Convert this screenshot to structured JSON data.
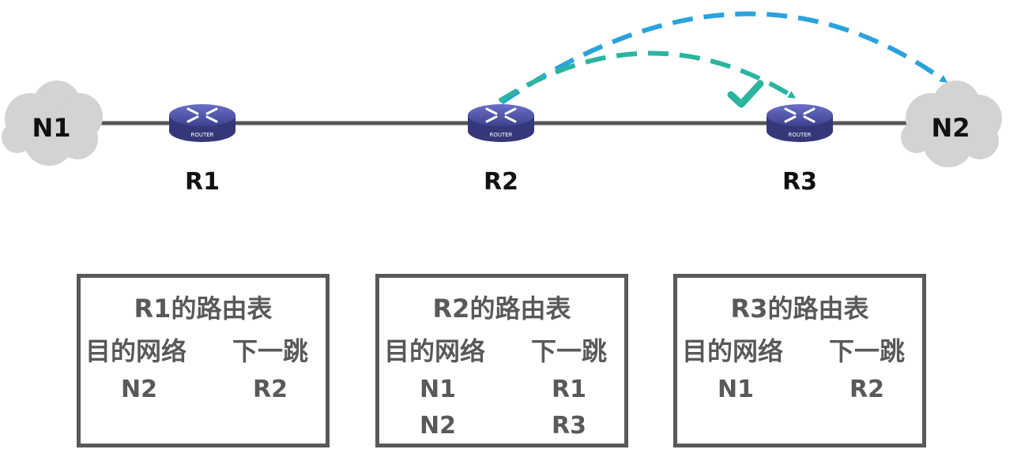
{
  "networks": {
    "left": "N1",
    "right": "N2"
  },
  "routers": [
    {
      "name": "R1",
      "badge": "ROUTER"
    },
    {
      "name": "R2",
      "badge": "ROUTER"
    },
    {
      "name": "R3",
      "badge": "ROUTER"
    }
  ],
  "colors": {
    "link": "#555555",
    "router": "#4a4f9e",
    "cloud": "#d3d3d3",
    "arrow_blue": "#2aa3dc",
    "arrow_green": "#2bb5a0",
    "box_border": "#595959"
  },
  "routing_tables": [
    {
      "title": "R1的路由表",
      "col_dest": "目的网络",
      "col_next": "下一跳",
      "rows": [
        {
          "dest": "N2",
          "next": "R2"
        }
      ]
    },
    {
      "title": "R2的路由表",
      "col_dest": "目的网络",
      "col_next": "下一跳",
      "rows": [
        {
          "dest": "N1",
          "next": "R1"
        },
        {
          "dest": "N2",
          "next": "R3"
        }
      ]
    },
    {
      "title": "R3的路由表",
      "col_dest": "目的网络",
      "col_next": "下一跳",
      "rows": [
        {
          "dest": "N1",
          "next": "R2"
        }
      ]
    }
  ]
}
